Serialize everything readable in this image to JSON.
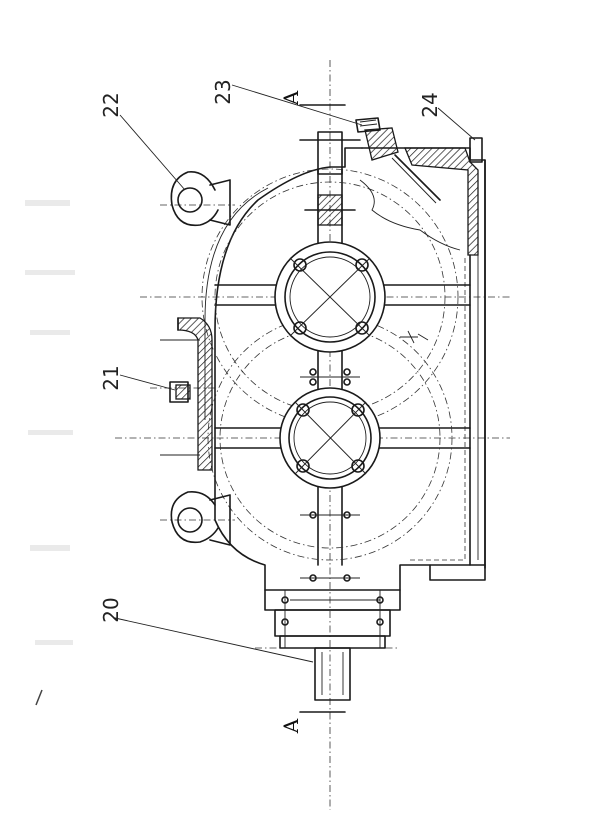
{
  "drawing": {
    "section_marks": [
      "A",
      "A"
    ],
    "part_labels": [
      "20",
      "21",
      "22",
      "23",
      "24"
    ]
  }
}
